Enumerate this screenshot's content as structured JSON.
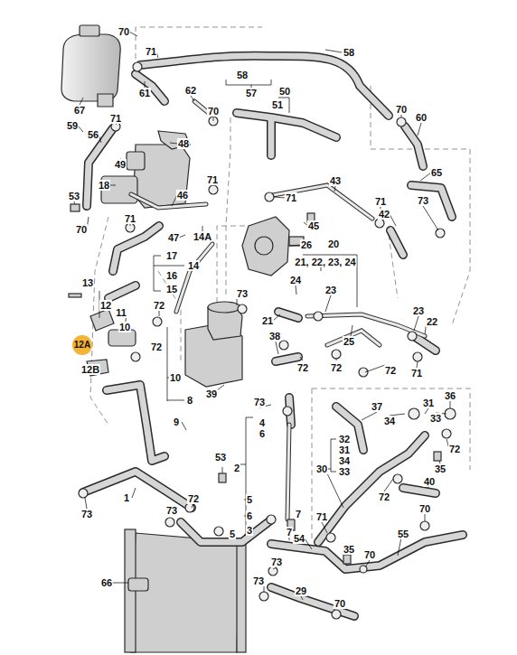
{
  "diagram": {
    "labels": [
      "70",
      "71",
      "58",
      "58",
      "57",
      "61",
      "62",
      "50",
      "51",
      "67",
      "71",
      "70",
      "70",
      "60",
      "59",
      "56",
      "48",
      "49",
      "65",
      "71",
      "43",
      "18",
      "46",
      "53",
      "71",
      "71",
      "73",
      "42",
      "71",
      "45",
      "70",
      "47",
      "14A",
      "26",
      "20",
      "21, 22, 23, 24",
      "17",
      "14",
      "16",
      "24",
      "13",
      "15",
      "23",
      "73",
      "12",
      "23",
      "72",
      "11",
      "21",
      "22",
      "10",
      "38",
      "12A",
      "72",
      "25",
      "72",
      "72",
      "72",
      "12B",
      "71",
      "10",
      "39",
      "36",
      "8",
      "73",
      "31",
      "37",
      "33",
      "34",
      "9",
      "4",
      "6",
      "32",
      "31",
      "72",
      "34",
      "2",
      "53",
      "33",
      "30",
      "35",
      "40",
      "72",
      "1",
      "72",
      "5",
      "73",
      "73",
      "70",
      "7",
      "6",
      "71",
      "3",
      "7",
      "55",
      "5",
      "54",
      "70",
      "35",
      "73",
      "66",
      "73",
      "29",
      "70"
    ]
  }
}
